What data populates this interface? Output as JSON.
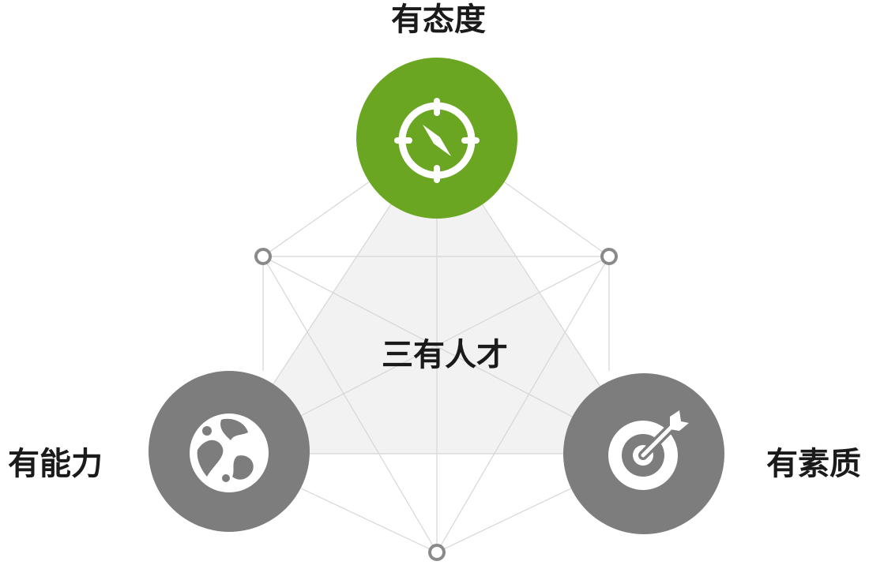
{
  "center": {
    "label": "三有人才"
  },
  "pillars": [
    {
      "label": "有态度",
      "icon": "compass-icon",
      "color": "#6aa621"
    },
    {
      "label": "有能力",
      "icon": "globe-icon",
      "color": "#7d7d7d"
    },
    {
      "label": "有素质",
      "icon": "target-icon",
      "color": "#7d7d7d"
    }
  ],
  "colors": {
    "triangle_fill": "#f2f2f2",
    "lines": "#d6d6d6",
    "nodes": "#8a8a8a"
  }
}
